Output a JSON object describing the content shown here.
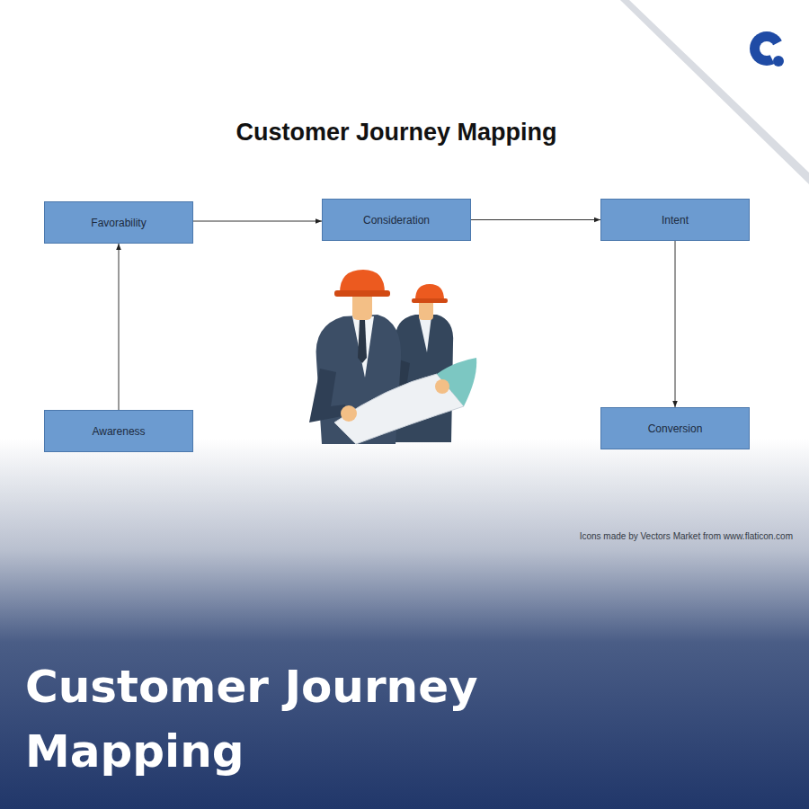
{
  "diagram": {
    "title": "Customer Journey Mapping",
    "nodes": [
      {
        "text": [
          "Favorability"
        ]
      },
      {
        "text": [
          "Consideration"
        ]
      },
      {
        "text": [
          "Intent"
        ]
      },
      {
        "text": [
          "Awareness"
        ]
      },
      {
        "text": [
          "Conversion"
        ]
      }
    ],
    "edges": [
      {
        "from": 3,
        "to": 0,
        "arrow": "to"
      },
      {
        "from": 0,
        "to": 1,
        "arrow": "to"
      },
      {
        "from": 1,
        "to": 2,
        "arrow": "to"
      },
      {
        "from": 2,
        "to": 4,
        "arrow": "to"
      }
    ],
    "labels": [
      "Icons made by Vectors Market from www.flaticon.com",
      "Customer Journey Mapping"
    ]
  }
}
